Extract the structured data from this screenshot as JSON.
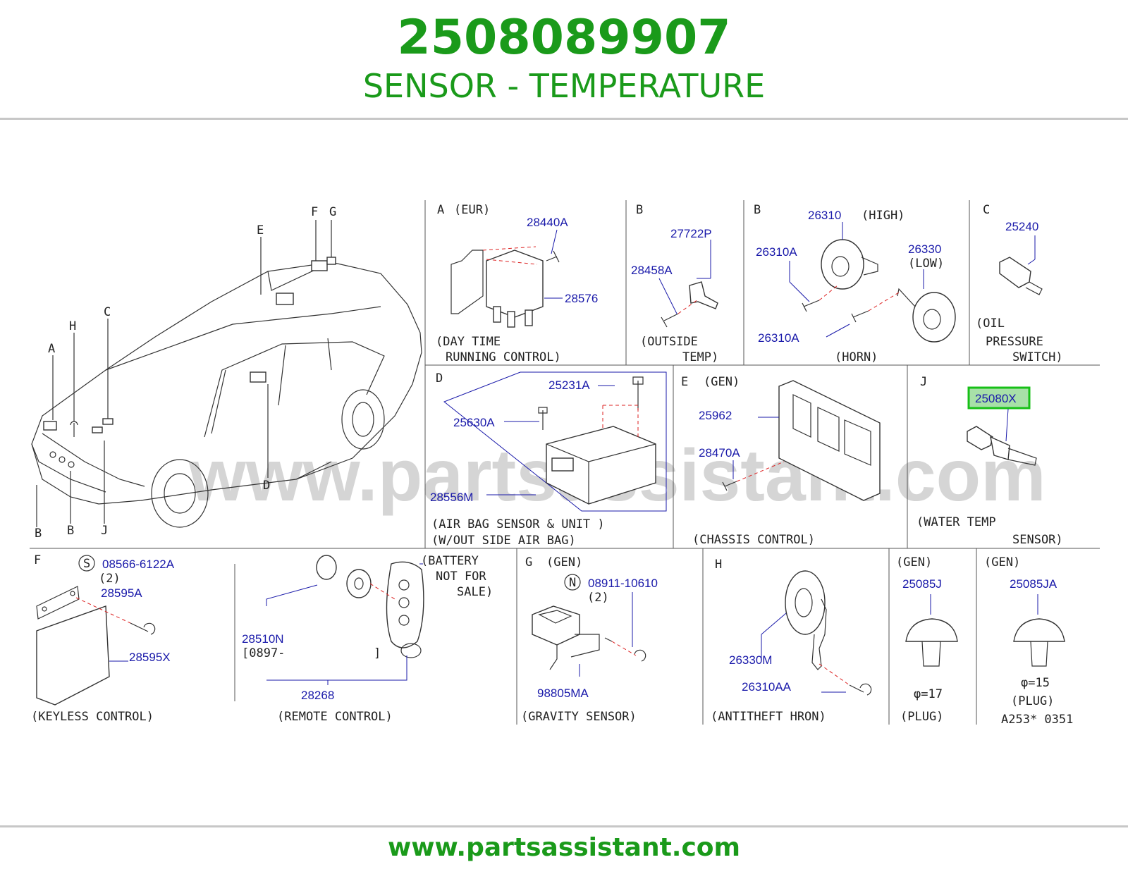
{
  "header": {
    "part_number": "2508089907",
    "part_title": "SENSOR - TEMPERATURE"
  },
  "footer": {
    "site": "www.partsassistant.com"
  },
  "watermark": "www.partsassistant.com",
  "colors": {
    "brand_green": "#1a9a1a",
    "part_label_blue": "#1a1aaa",
    "highlight_green": "#17c017"
  },
  "highlighted_part": "25080X",
  "car": {
    "letters": {
      "a": "A",
      "h": "H",
      "c": "C",
      "e": "E",
      "f": "F",
      "g": "G",
      "b1": "B",
      "b2": "B",
      "j": "J",
      "d": "D"
    }
  },
  "panels": {
    "a_eur": {
      "letter": "A",
      "region": "(EUR)",
      "parts": [
        "28440A",
        "28576"
      ],
      "caption1": "(DAY  TIME",
      "caption2": "RUNNING  CONTROL)"
    },
    "b_outside": {
      "letter": "B",
      "parts": [
        "27722P",
        "28458A"
      ],
      "caption1": "(OUTSIDE",
      "caption2": "TEMP)"
    },
    "b_horn": {
      "letter": "B",
      "parts": [
        "26310",
        "26310A",
        "26330",
        "26310A"
      ],
      "note_high": "(HIGH)",
      "note_low": "(LOW)",
      "caption": "(HORN)"
    },
    "c_oil": {
      "letter": "C",
      "parts": [
        "25240"
      ],
      "caption1": "(OIL",
      "caption2": "PRESSURE",
      "caption3": "SWITCH)"
    },
    "d_airbag": {
      "letter": "D",
      "parts": [
        "25231A",
        "25630A",
        "28556M"
      ],
      "caption1": "(AIR  BAG   SENSOR  &  UNIT   )",
      "caption2": "(W/OUT  SIDE  AIR  BAG)"
    },
    "e_chassis": {
      "letter": "E",
      "region": "(GEN)",
      "parts": [
        "25962",
        "28470A"
      ],
      "caption": "(CHASSIS  CONTROL)"
    },
    "j_water": {
      "letter": "J",
      "parts": [
        "25080X"
      ],
      "caption1": "(WATER  TEMP",
      "caption2": "SENSOR)"
    },
    "f_keyless": {
      "letter": "F",
      "symbol": "S",
      "parts": [
        "08566-6122A",
        "28595A",
        "28595X"
      ],
      "qty": "(2)",
      "caption": "(KEYLESS  CONTROL)"
    },
    "remote": {
      "parts": [
        "28510N",
        "28268"
      ],
      "range": "[0897-",
      "range_end": "]",
      "note1": "(BATTERY",
      "note2": "NOT  FOR",
      "note3": "SALE)",
      "caption": "(REMOTE      CONTROL)"
    },
    "g_gravity": {
      "letter": "G",
      "region": "(GEN)",
      "symbol": "N",
      "parts": [
        "08911-10610",
        "98805MA"
      ],
      "qty": "(2)",
      "caption": "(GRAVITY  SENSOR)"
    },
    "h_antitheft": {
      "letter": "H",
      "parts": [
        "26330M",
        "26310AA"
      ],
      "caption": "(ANTITHEFT  HRON)"
    },
    "plug17": {
      "region": "(GEN)",
      "parts": [
        "25085J"
      ],
      "size": "φ=17",
      "caption": "(PLUG)"
    },
    "plug15": {
      "region": "(GEN)",
      "parts": [
        "25085JA"
      ],
      "size": "φ=15",
      "caption": "(PLUG)",
      "code": "A253*  0351"
    }
  }
}
